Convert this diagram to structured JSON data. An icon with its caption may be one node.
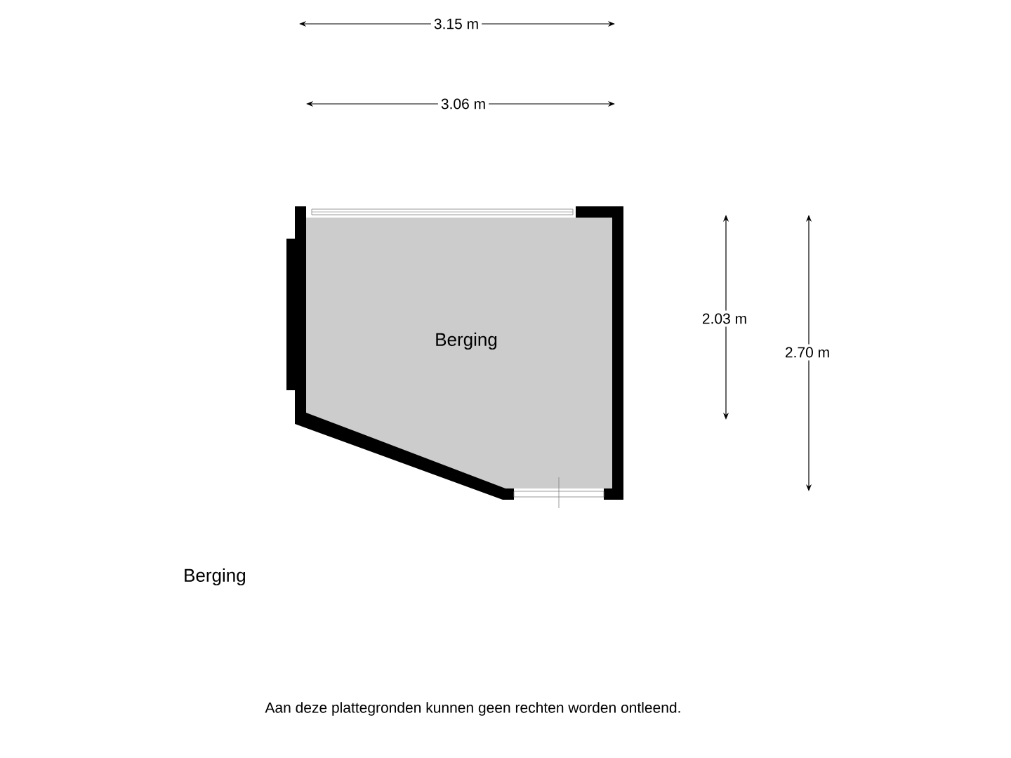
{
  "diagram": {
    "nodes": [
      {
        "text": [
          "Berging"
        ]
      }
    ],
    "edges": [],
    "labels": [
      "3.15 m",
      "3.06 m",
      "2.03 m",
      "2.70 m",
      "Berging",
      "Aan deze plattegronden kunnen geen rechten worden ontleend."
    ]
  }
}
